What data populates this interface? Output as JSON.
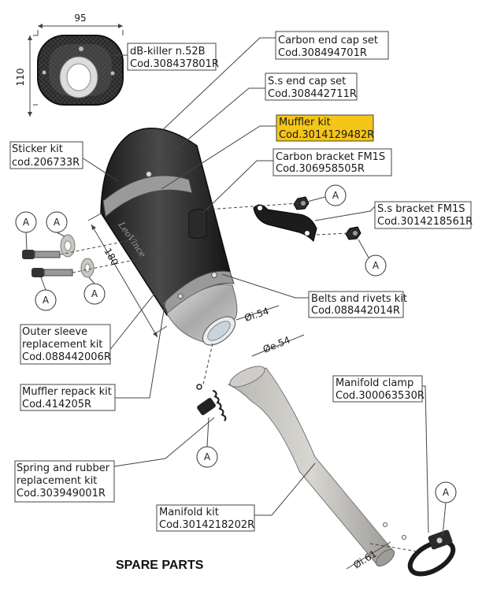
{
  "title": "SPARE PARTS",
  "dimensions": {
    "width": "95",
    "height": "110",
    "length": "180",
    "inner_diameter": "Øi.54",
    "outer_diameter": "Øe.54",
    "manifold_diameter": "Øi.61"
  },
  "callout_letter": "A",
  "highlight_color": "#f5c518",
  "parts": [
    {
      "name": "dB-killer n.52B",
      "code": "Cod.308437801R"
    },
    {
      "name": "Carbon end cap set",
      "code": "Cod.308494701R"
    },
    {
      "name": "S.s end cap set",
      "code": "Cod.308442711R"
    },
    {
      "name": "Muffler kit",
      "code": "Cod.3014129482R"
    },
    {
      "name": "Sticker kit",
      "code": "cod.206733R"
    },
    {
      "name": "Carbon bracket FM1S",
      "code": "Cod.306958505R"
    },
    {
      "name": "S.s bracket FM1S",
      "code": "Cod.3014218561R"
    },
    {
      "name": "Belts and rivets kit",
      "code": "Cod.088442014R"
    },
    {
      "name": "Outer sleeve",
      "name2": "replacement kit",
      "code": "Cod.088442006R"
    },
    {
      "name": "Muffler repack kit",
      "code": "Cod.414205R"
    },
    {
      "name": "Manifold clamp",
      "code": "Cod.300063530R"
    },
    {
      "name": "Spring and rubber",
      "name2": "replacement kit",
      "code": "Cod.303949001R"
    },
    {
      "name": "Manifold kit",
      "code": "Cod.3014218202R"
    }
  ]
}
